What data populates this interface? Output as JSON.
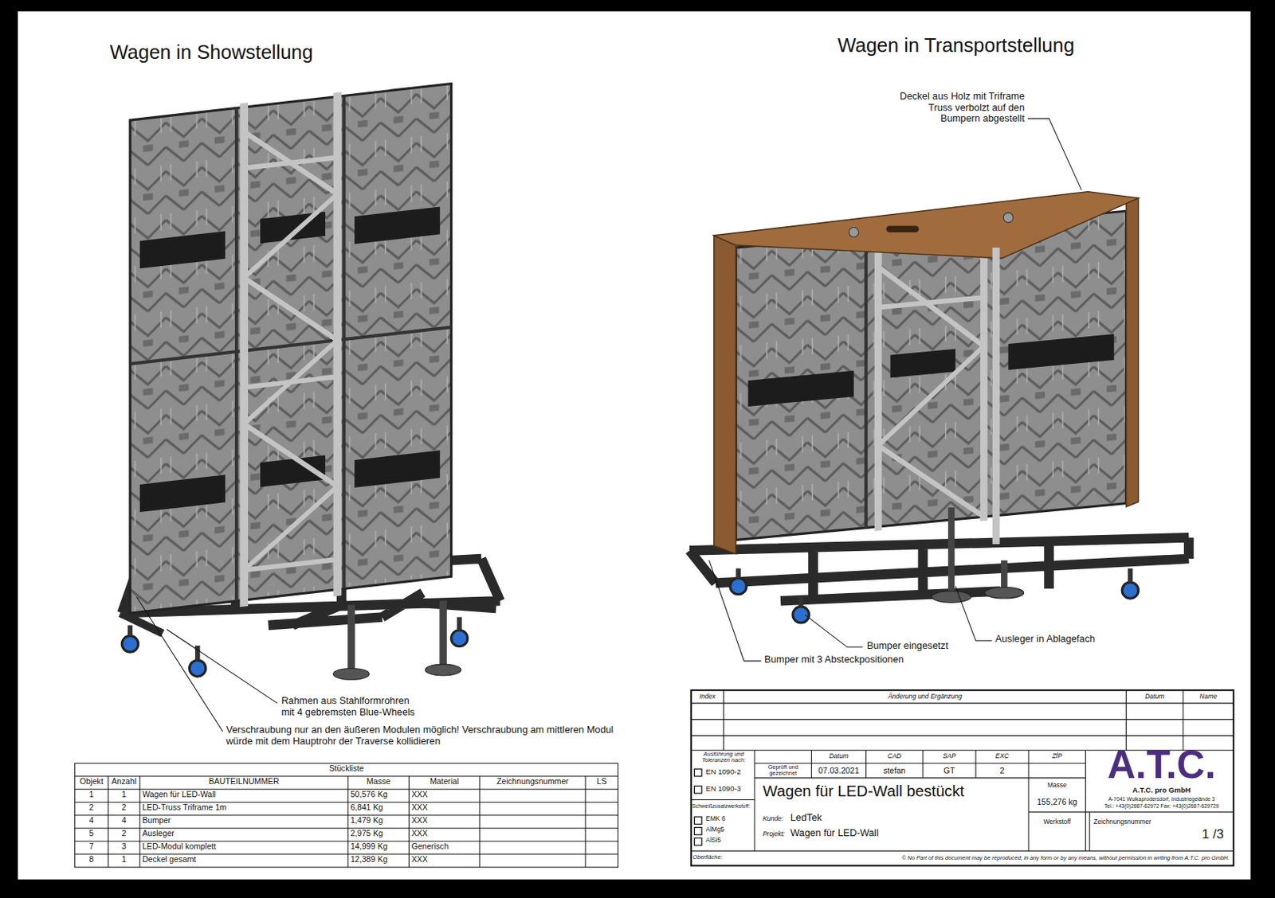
{
  "diagram": {
    "labels": [
      "Wagen in Showstellung",
      "Wagen in Transportstellung",
      "Deckel aus Holz mit Triframe Truss verbolzt auf den Bumpern abgestellt",
      "Rahmen aus Stahlformrohren mit 4 gebremsten Blue-Wheels",
      "Verschraubung nur an den äußeren Modulen möglich! Verschraubung am mittleren Modul würde mit dem Hauptrohr der Traverse kollidieren",
      "Bumper eingesetzt",
      "Ausleger in Ablagefach",
      "Bumper mit 3 Absteckpositionen",
      "Stückliste",
      "Objekt",
      "Anzahl",
      "BAUTEILNUMMER",
      "Masse",
      "Material",
      "Zeichnungsnummer",
      "LS",
      "1",
      "1",
      "Wagen für LED-Wall",
      "50,576 Kg",
      "XXX",
      "2",
      "2",
      "LED-Truss Triframe 1m",
      "6,841 Kg",
      "XXX",
      "4",
      "4",
      "Bumper",
      "1,479 Kg",
      "XXX",
      "5",
      "2",
      "Ausleger",
      "2,975 Kg",
      "XXX",
      "7",
      "3",
      "LED-Modul komplett",
      "14,999 Kg",
      "Generisch",
      "8",
      "1",
      "Deckel gesamt",
      "12,389 Kg",
      "XXX",
      "Index",
      "Änderung und Ergänzung",
      "Datum",
      "Name",
      "Ausführung und Toleranzen nach:",
      "EN 1090-2",
      "EN 1090-3",
      "Schweißzusatzwerkstoff:",
      "EMK 6",
      "AlMg5",
      "AlSi5",
      "Oberfläche:",
      "Geprüft und gezeichnet",
      "Datum",
      "CAD",
      "SAP",
      "EXC",
      "ZfP",
      "07.03.2021",
      "stefan",
      "GT",
      "2",
      "Wagen für LED-Wall bestückt",
      "Masse",
      "155,276 kg",
      "Werkstoff",
      "Zeichnungsnummer",
      "1 /3",
      "Kunde:",
      "LedTek",
      "Projekt:",
      "Wagen für LED-Wall",
      "A.T.C.",
      "A.T.C. pro GmbH",
      "A-7041 Wulkaprodersdorf, Industriegelände 3",
      "Tel.: +43(0)2687-62972  Fax: +43(0)2687-629729",
      "© No Part of this document may be reproduced, in any form or by any means, without permission in writing from A.T.C. pro GmbH."
    ]
  }
}
